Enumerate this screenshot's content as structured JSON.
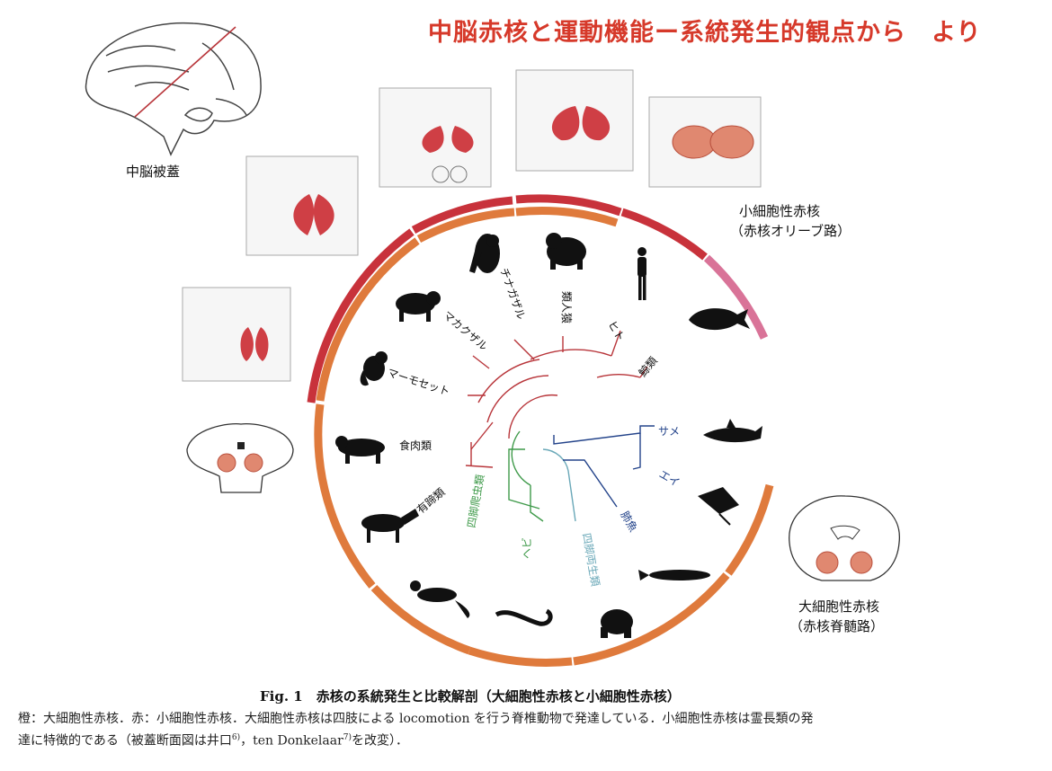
{
  "header": {
    "title": "中脳赤核と運動機能ー系統発生的観点から　より"
  },
  "labels": {
    "midbrain_tegmentum": "中脳被蓋",
    "parvocellular_line1": "小細胞性赤核",
    "parvocellular_line2": "（赤核オリーブ路）",
    "magnocellular_line1": "大細胞性赤核",
    "magnocellular_line2": "（赤核脊髄路）"
  },
  "tree": {
    "mammal_color": "#b8353a",
    "reptile_color": "#3f9a4a",
    "amphibian_color": "#6aa8b8",
    "fish_color": "#23438a",
    "taxa": {
      "ape": "類人猿",
      "human": "ヒト",
      "whale": "鯨類",
      "chimp": "チナガザル",
      "macaque": "マカクザル",
      "marmoset": "マーモセット",
      "carnivore": "食肉類",
      "ungulate": "有蹄類",
      "reptile": "四脚爬虫類",
      "snake": "ヘビ",
      "amphibian": "四脚両生類",
      "lungfish": "肺魚",
      "ray": "エイ",
      "shark": "サメ"
    }
  },
  "ring_colors": {
    "red": "#c8323b",
    "orange": "#df7a3c",
    "pink": "#d97398"
  },
  "caption": {
    "title": "Fig. 1　赤核の系統発生と比較解剖（大細胞性赤核と小細胞性赤核）",
    "line1": "橙：大細胞性赤核．赤：小細胞性赤核．大細胞性赤核は四肢による locomotion を行う脊椎動物で発達している．小細胞性赤核は霊長類の発",
    "line2_a": "達に特徴的である（被蓋断面図は井口",
    "line2_ref1": "6)",
    "line2_b": "，ten Donkelaar",
    "line2_ref2": "7)",
    "line2_c": "を改変）．"
  }
}
